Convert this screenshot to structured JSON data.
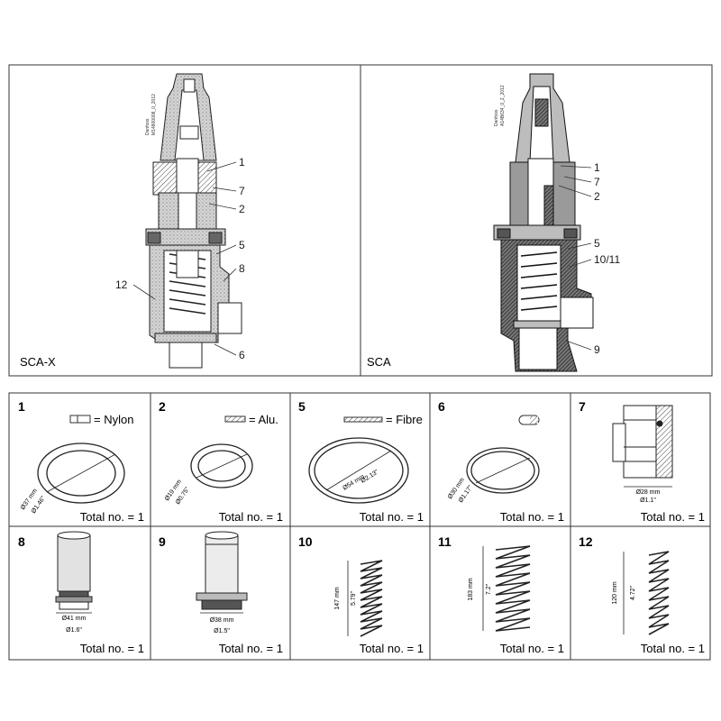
{
  "diagram_x": {
    "name": "SCA-X",
    "stamp_1": "Danfoss",
    "stamp_2": "M14800008_0_2012",
    "callouts": [
      "1",
      "7",
      "2",
      "5",
      "8",
      "12",
      "6"
    ]
  },
  "diagram_s": {
    "name": "SCA",
    "stamp_1": "Danfoss",
    "stamp_2": "A14B634_0_2_2012",
    "callouts": [
      "1",
      "7",
      "2",
      "5",
      "10/11",
      "9"
    ]
  },
  "parts": [
    {
      "num": "1",
      "material": "= Nylon",
      "dim_mm": "Ø37 mm",
      "dim_in": "Ø1.46\"",
      "total": "Total no. = 1"
    },
    {
      "num": "2",
      "material": "= Alu.",
      "dim_mm": "Ø19 mm",
      "dim_in": "Ø0.75\"",
      "total": "Total no. = 1"
    },
    {
      "num": "5",
      "material": "= Fibre",
      "dim_mm": "Ø54 mm",
      "dim_in": "Ø2.13\"",
      "total": "Total no. = 1"
    },
    {
      "num": "6",
      "material": "",
      "dim_mm": "Ø30 mm",
      "dim_in": "Ø1.17\"",
      "total": "Total no. = 1"
    },
    {
      "num": "7",
      "material": "",
      "dim_mm": "Ø28 mm",
      "dim_in": "Ø1.1\"",
      "total": "Total no. = 1"
    },
    {
      "num": "8",
      "material": "",
      "dim_mm": "Ø41 mm",
      "dim_in": "Ø1.6\"",
      "total": "Total no. = 1"
    },
    {
      "num": "9",
      "material": "",
      "dim_mm": "Ø38 mm",
      "dim_in": "Ø1.5\"",
      "total": "Total no. = 1"
    },
    {
      "num": "10",
      "material": "",
      "dim_mm": "147 mm",
      "dim_in": "5.79\"",
      "total": "Total no. = 1"
    },
    {
      "num": "11",
      "material": "",
      "dim_mm": "183 mm",
      "dim_in": "7.2\"",
      "total": "Total no. = 1"
    },
    {
      "num": "12",
      "material": "",
      "dim_mm": "120 mm",
      "dim_in": "4.72\"",
      "total": "Total no. = 1"
    }
  ]
}
